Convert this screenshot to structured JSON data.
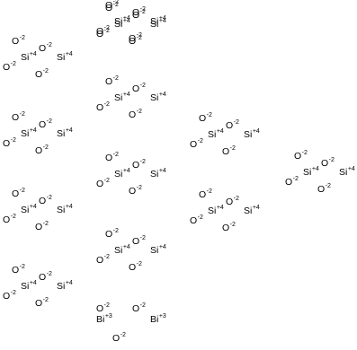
{
  "ions": {
    "o": {
      "symbol": "O",
      "charge": "-2"
    },
    "si": {
      "symbol": "Si",
      "charge": "+4"
    },
    "bi": {
      "symbol": "Bi",
      "charge": "+3"
    }
  },
  "groups": [
    {
      "id": "g01",
      "ions": [
        "o",
        "o",
        "o",
        "o",
        "si",
        "si"
      ]
    },
    {
      "id": "g02",
      "ions": [
        "o",
        "o",
        "o",
        "o",
        "si",
        "si"
      ]
    },
    {
      "id": "g03",
      "ions": [
        "o",
        "o",
        "o",
        "o",
        "si",
        "si"
      ]
    },
    {
      "id": "g04",
      "ions": [
        "o",
        "o",
        "o",
        "o",
        "si",
        "si"
      ]
    },
    {
      "id": "g05",
      "ions": [
        "o",
        "o",
        "o",
        "o",
        "si",
        "si"
      ]
    },
    {
      "id": "g06",
      "ions": [
        "o",
        "o",
        "o",
        "o",
        "si",
        "si"
      ]
    },
    {
      "id": "g07",
      "ions": [
        "o",
        "o",
        "o",
        "o",
        "si",
        "si"
      ]
    },
    {
      "id": "g08",
      "ions": [
        "o",
        "o",
        "o",
        "o",
        "si",
        "si"
      ]
    },
    {
      "id": "g09",
      "ions": [
        "o",
        "o",
        "o",
        "o",
        "si",
        "si"
      ]
    },
    {
      "id": "g10",
      "ions": [
        "o",
        "o",
        "o",
        "o",
        "si",
        "si"
      ]
    },
    {
      "id": "g11",
      "ions": [
        "o",
        "o",
        "o",
        "o",
        "si",
        "si"
      ]
    },
    {
      "id": "g12",
      "ions": [
        "o",
        "o",
        "o",
        "o",
        "si",
        "si"
      ]
    },
    {
      "id": "g13",
      "ions": [
        "o",
        "o",
        "o",
        "bi",
        "bi"
      ]
    }
  ]
}
